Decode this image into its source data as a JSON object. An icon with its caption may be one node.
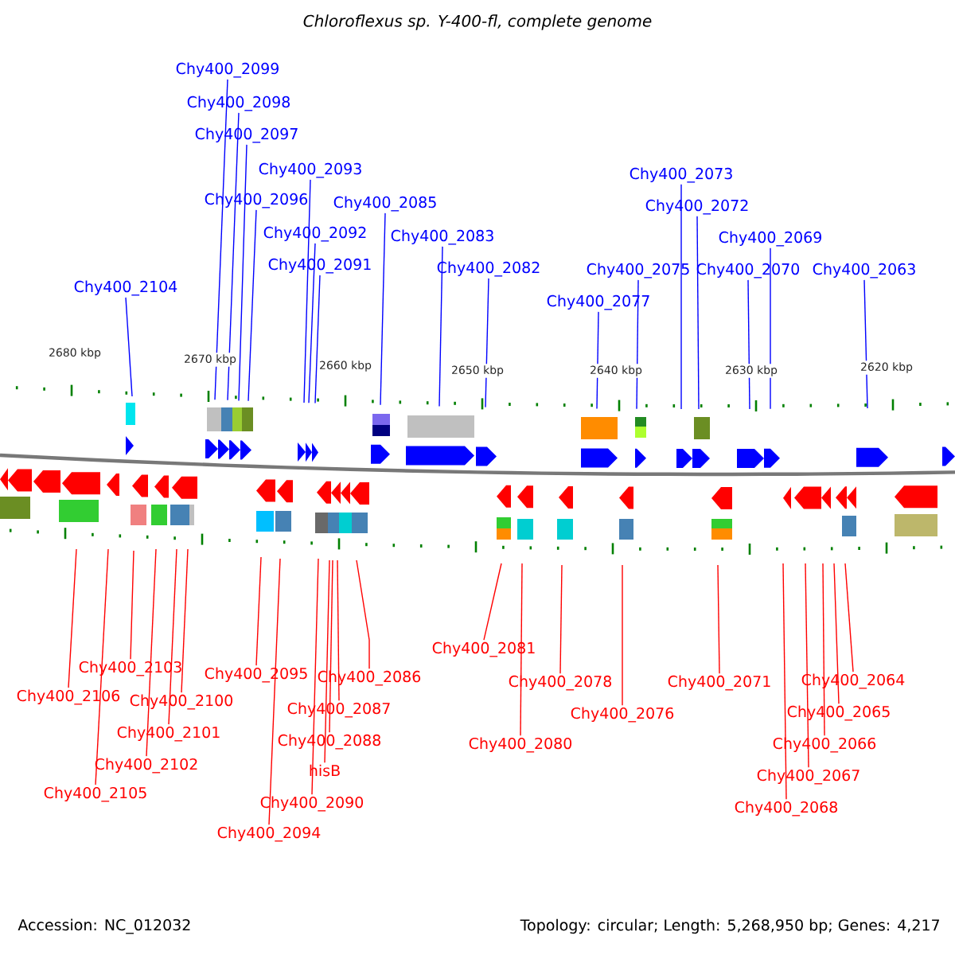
{
  "diagram": {
    "title": "Chloroflexus sp. Y-400-fl, complete genome",
    "nodes": [
      {
        "text": [
          "Chy400_2099"
        ]
      },
      {
        "text": [
          "Chy400_2098"
        ]
      },
      {
        "text": [
          "Chy400_2097"
        ]
      },
      {
        "text": [
          "Chy400_2093"
        ]
      },
      {
        "text": [
          "Chy400_2073"
        ]
      },
      {
        "text": [
          "Chy400_2096"
        ]
      },
      {
        "text": [
          "Chy400_2085"
        ]
      },
      {
        "text": [
          "Chy400_2072"
        ]
      },
      {
        "text": [
          "Chy400_2092"
        ]
      },
      {
        "text": [
          "Chy400_2083"
        ]
      },
      {
        "text": [
          "Chy400_2069"
        ]
      },
      {
        "text": [
          "Chy400_2091"
        ]
      },
      {
        "text": [
          "Chy400_2082"
        ]
      },
      {
        "text": [
          "Chy400_2075"
        ]
      },
      {
        "text": [
          "Chy400_2070"
        ]
      },
      {
        "text": [
          "Chy400_2063"
        ]
      },
      {
        "text": [
          "Chy400_2104"
        ]
      },
      {
        "text": [
          "Chy400_2077"
        ]
      },
      {
        "text": [
          "Chy400_2081"
        ]
      },
      {
        "text": [
          "Chy400_2103"
        ]
      },
      {
        "text": [
          "Chy400_2095"
        ]
      },
      {
        "text": [
          "Chy400_2086"
        ]
      },
      {
        "text": [
          "Chy400_2078"
        ]
      },
      {
        "text": [
          "Chy400_2071"
        ]
      },
      {
        "text": [
          "Chy400_2064"
        ]
      },
      {
        "text": [
          "Chy400_2106"
        ]
      },
      {
        "text": [
          "Chy400_2100"
        ]
      },
      {
        "text": [
          "Chy400_2087"
        ]
      },
      {
        "text": [
          "Chy400_2065"
        ]
      },
      {
        "text": [
          "Chy400_2076"
        ]
      },
      {
        "text": [
          "Chy400_2101"
        ]
      },
      {
        "text": [
          "Chy400_2088"
        ]
      },
      {
        "text": [
          "Chy400_2080"
        ]
      },
      {
        "text": [
          "Chy400_2066"
        ]
      },
      {
        "text": [
          "Chy400_2102"
        ]
      },
      {
        "text": [
          "hisB"
        ]
      },
      {
        "text": [
          "Chy400_2067"
        ]
      },
      {
        "text": [
          "Chy400_2105"
        ]
      },
      {
        "text": [
          "Chy400_2090"
        ]
      },
      {
        "text": [
          "Chy400_2068"
        ]
      },
      {
        "text": [
          "Chy400_2094"
        ]
      }
    ],
    "edges": [
      {
        "from": 0,
        "to": null,
        "arrow": "none",
        "color": "#0000ff"
      },
      {
        "from": 1,
        "to": null,
        "arrow": "none",
        "color": "#0000ff"
      },
      {
        "from": 2,
        "to": null,
        "arrow": "none",
        "color": "#0000ff"
      },
      {
        "from": 3,
        "to": null,
        "arrow": "none",
        "color": "#0000ff"
      },
      {
        "from": 4,
        "to": null,
        "arrow": "none",
        "color": "#0000ff"
      },
      {
        "from": 5,
        "to": null,
        "arrow": "none",
        "color": "#0000ff"
      },
      {
        "from": 6,
        "to": null,
        "arrow": "none",
        "color": "#0000ff"
      },
      {
        "from": 7,
        "to": null,
        "arrow": "none",
        "color": "#0000ff"
      },
      {
        "from": 8,
        "to": null,
        "arrow": "none",
        "color": "#0000ff"
      },
      {
        "from": 9,
        "to": null,
        "arrow": "none",
        "color": "#0000ff"
      },
      {
        "from": 10,
        "to": null,
        "arrow": "none",
        "color": "#0000ff"
      },
      {
        "from": 11,
        "to": null,
        "arrow": "none",
        "color": "#0000ff"
      },
      {
        "from": 12,
        "to": null,
        "arrow": "none",
        "color": "#0000ff"
      },
      {
        "from": 13,
        "to": null,
        "arrow": "none",
        "color": "#0000ff"
      },
      {
        "from": 14,
        "to": null,
        "arrow": "none",
        "color": "#0000ff"
      },
      {
        "from": 15,
        "to": null,
        "arrow": "none",
        "color": "#0000ff"
      },
      {
        "from": 16,
        "to": null,
        "arrow": "none",
        "color": "#0000ff"
      },
      {
        "from": 17,
        "to": null,
        "arrow": "none",
        "color": "#0000ff"
      },
      {
        "from": 18,
        "to": null,
        "arrow": "none"
      },
      {
        "from": 19,
        "to": null,
        "arrow": "none"
      },
      {
        "from": 20,
        "to": null,
        "arrow": "none"
      },
      {
        "from": 21,
        "to": null,
        "arrow": "none"
      },
      {
        "from": 22,
        "to": null,
        "arrow": "none"
      },
      {
        "from": 23,
        "to": null,
        "arrow": "none"
      },
      {
        "from": 24,
        "to": null,
        "arrow": "none"
      },
      {
        "from": 25,
        "to": null,
        "arrow": "none"
      },
      {
        "from": 26,
        "to": null,
        "arrow": "none"
      },
      {
        "from": 27,
        "to": null,
        "arrow": "none"
      },
      {
        "from": 28,
        "to": null,
        "arrow": "none"
      },
      {
        "from": 29,
        "to": null,
        "arrow": "none"
      },
      {
        "from": 30,
        "to": null,
        "arrow": "none"
      },
      {
        "from": 31,
        "to": null,
        "arrow": "none"
      },
      {
        "from": 32,
        "to": null,
        "arrow": "none"
      },
      {
        "from": 33,
        "to": null,
        "arrow": "none"
      },
      {
        "from": 34,
        "to": null,
        "arrow": "none"
      },
      {
        "from": 35,
        "to": null,
        "arrow": "none"
      },
      {
        "from": 36,
        "to": null,
        "arrow": "none"
      },
      {
        "from": 37,
        "to": null,
        "arrow": "none"
      },
      {
        "from": 38,
        "to": null,
        "arrow": "none"
      },
      {
        "from": 39,
        "to": null,
        "arrow": "none"
      },
      {
        "from": 40,
        "to": null,
        "arrow": "none"
      }
    ],
    "labels": [
      "2680 kbp",
      "2670 kbp",
      "2660 kbp",
      "2650 kbp",
      "2640 kbp",
      "2630 kbp",
      "2620 kbp",
      "Accession: NC_012032",
      "Topology: circular; Length: 5,268,950 bp; Genes: 4,217"
    ]
  }
}
